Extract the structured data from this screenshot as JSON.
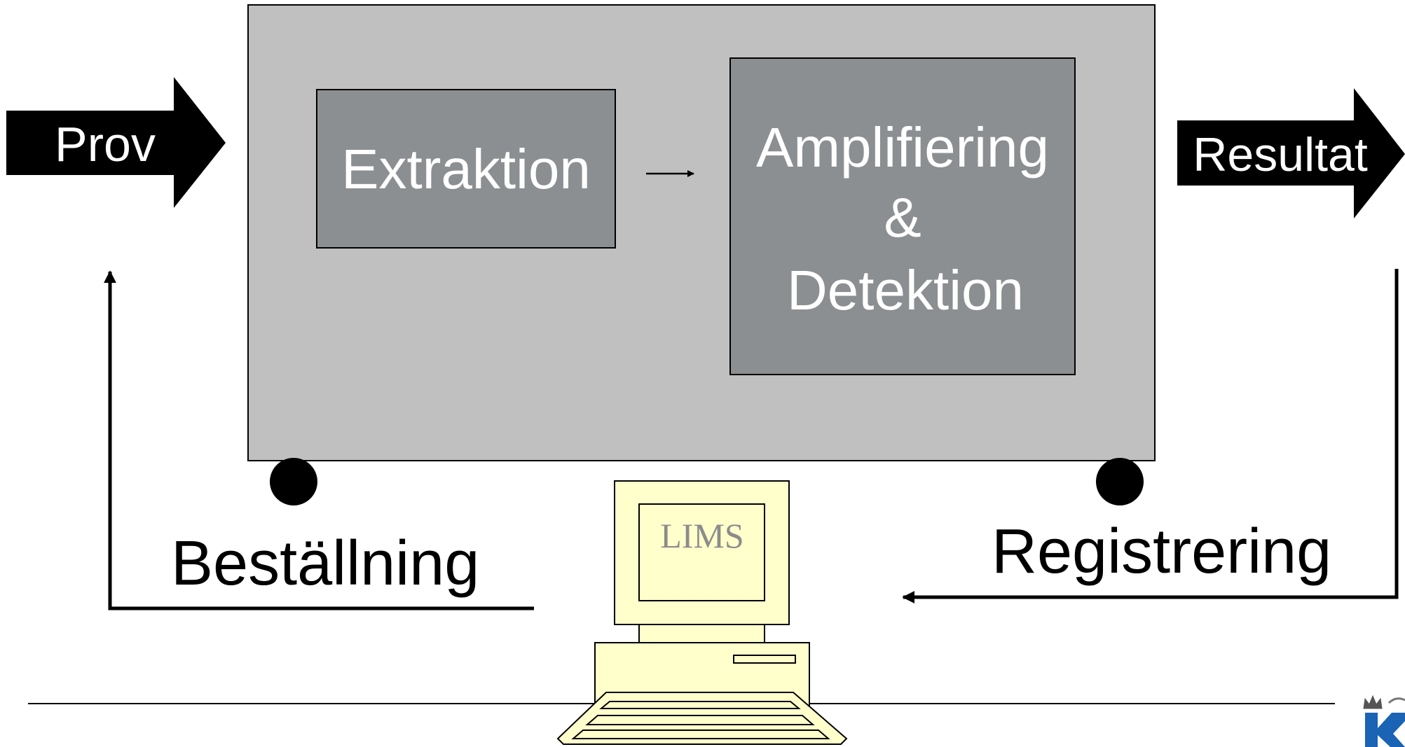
{
  "colors": {
    "instrument_fill": "#c0c0c0",
    "step_fill": "#8c8f91",
    "arrow_fill": "#000000",
    "step_text": "#ffffff",
    "computer_fill": "#ffffcc",
    "lims_text": "#8c8c8c",
    "logo_blue": "#1a63b5"
  },
  "input_arrow": {
    "label": "Prov"
  },
  "output_arrow": {
    "label": "Resultat"
  },
  "instrument": {
    "steps": [
      {
        "lines": [
          "Extraktion"
        ]
      },
      {
        "lines": [
          "Amplifiering",
          "&",
          "Detektion"
        ]
      }
    ]
  },
  "computer": {
    "screen_label": "LIMS"
  },
  "flows": {
    "left": {
      "label": "Beställning"
    },
    "right": {
      "label": "Registrering"
    }
  },
  "icons": {
    "left_foot": "circle-foot-icon",
    "right_foot": "circle-foot-icon",
    "computer": "desktop-computer-icon",
    "logo": "crown-logo-icon"
  }
}
